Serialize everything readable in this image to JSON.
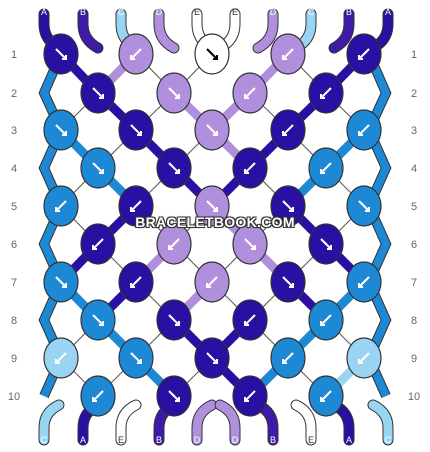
{
  "pattern": {
    "colors": {
      "A": "#2a0fa3",
      "B": "#3e1aa8",
      "C": "#9ad4f3",
      "D": "#b090dc",
      "E": "#ffffff",
      "F": "#1d88d4"
    },
    "top_labels": [
      "A",
      "B",
      "C",
      "D",
      "E",
      "E",
      "D",
      "C",
      "B",
      "A"
    ],
    "bottom_labels": [
      "C",
      "A",
      "E",
      "B",
      "D",
      "D",
      "B",
      "E",
      "A",
      "C"
    ],
    "rows_left": [
      "1",
      "2",
      "3",
      "4",
      "5",
      "6",
      "7",
      "8",
      "9",
      "10"
    ],
    "rows_right": [
      "1",
      "2",
      "3",
      "4",
      "5",
      "6",
      "7",
      "8",
      "9",
      "10"
    ],
    "knots": [
      [
        {
          "c": "A",
          "d": "se"
        },
        {
          "c": "D",
          "d": "sw"
        },
        {
          "c": "E",
          "d": "se"
        },
        {
          "c": "D",
          "d": "sw"
        },
        {
          "c": "A",
          "d": "sw"
        }
      ],
      [
        {
          "c": "A",
          "d": "se"
        },
        {
          "c": "D",
          "d": "se"
        },
        {
          "c": "D",
          "d": "sw"
        },
        {
          "c": "A",
          "d": "sw"
        }
      ],
      [
        {
          "c": "F",
          "d": "se"
        },
        {
          "c": "A",
          "d": "se"
        },
        {
          "c": "D",
          "d": "se"
        },
        {
          "c": "A",
          "d": "sw"
        },
        {
          "c": "F",
          "d": "sw"
        }
      ],
      [
        {
          "c": "F",
          "d": "se"
        },
        {
          "c": "A",
          "d": "se"
        },
        {
          "c": "A",
          "d": "sw"
        },
        {
          "c": "F",
          "d": "sw"
        }
      ],
      [
        {
          "c": "F",
          "d": "sw"
        },
        {
          "c": "A",
          "d": "sw"
        },
        {
          "c": "D",
          "d": "se"
        },
        {
          "c": "A",
          "d": "se"
        },
        {
          "c": "F",
          "d": "se"
        }
      ],
      [
        {
          "c": "A",
          "d": "sw"
        },
        {
          "c": "D",
          "d": "sw"
        },
        {
          "c": "D",
          "d": "se"
        },
        {
          "c": "A",
          "d": "se"
        }
      ],
      [
        {
          "c": "F",
          "d": "se"
        },
        {
          "c": "A",
          "d": "sw"
        },
        {
          "c": "D",
          "d": "sw"
        },
        {
          "c": "A",
          "d": "se"
        },
        {
          "c": "F",
          "d": "sw"
        }
      ],
      [
        {
          "c": "F",
          "d": "se"
        },
        {
          "c": "A",
          "d": "se"
        },
        {
          "c": "A",
          "d": "sw"
        },
        {
          "c": "F",
          "d": "sw"
        }
      ],
      [
        {
          "c": "C",
          "d": "sw"
        },
        {
          "c": "F",
          "d": "se"
        },
        {
          "c": "A",
          "d": "se"
        },
        {
          "c": "F",
          "d": "sw"
        },
        {
          "c": "C",
          "d": "sw"
        }
      ],
      [
        {
          "c": "F",
          "d": "sw"
        },
        {
          "c": "A",
          "d": "se"
        },
        {
          "c": "A",
          "d": "sw"
        },
        {
          "c": "F",
          "d": "sw"
        }
      ]
    ],
    "watermark": "BRACELETBOOK.COM"
  }
}
